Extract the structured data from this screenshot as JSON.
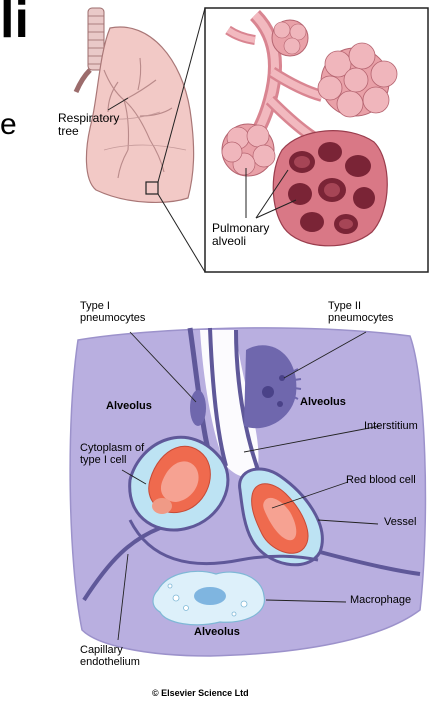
{
  "slide": {
    "title_fragment": "li",
    "side_fragment": "e"
  },
  "top_figure": {
    "labels": {
      "respiratory_tree": "Respiratory tree",
      "pulmonary_alveoli": "Pulmonary alveoli"
    }
  },
  "bottom_figure": {
    "labels": {
      "type1_pneumocytes": "Type I pneumocytes",
      "type2_pneumocytes": "Type II pneumocytes",
      "alveolus_left": "Alveolus",
      "alveolus_right": "Alveolus",
      "alveolus_bottom": "Alveolus",
      "interstitium": "Interstitium",
      "cytoplasm_type1": "Cytoplasm of type I cell",
      "red_blood_cell": "Red blood cell",
      "vessel": "Vessel",
      "macrophage": "Macrophage",
      "capillary_endothelium": "Capillary endothelium"
    },
    "copyright": "© Elsevier Science Ltd"
  },
  "colors": {
    "lung_pink": "#f2c9c6",
    "alveoli_pink": "#e8909a",
    "tissue_purple": "#b9afe0",
    "cell_purple": "#6f67ad",
    "capillary_blue": "#bde3f3",
    "rbc_red": "#ef6a4e"
  }
}
